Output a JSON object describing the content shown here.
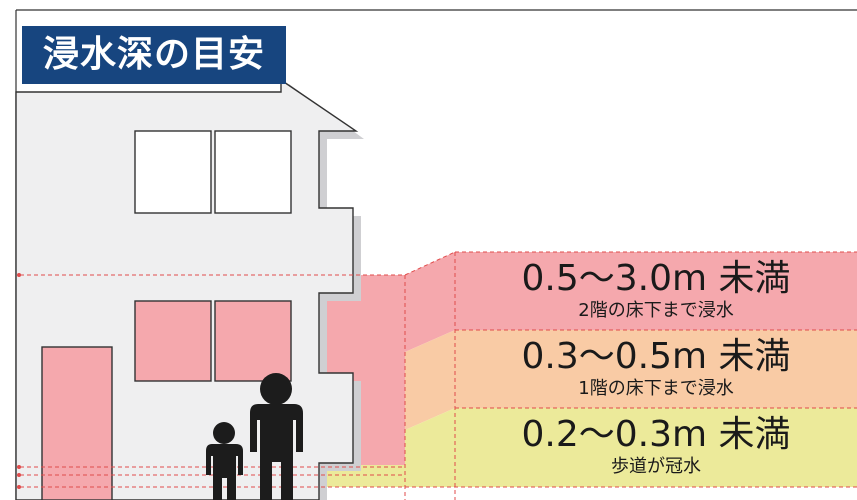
{
  "title": "浸水深の目安",
  "levels": [
    {
      "range": "0.5〜3.0m 未満",
      "description": "2階の床下まで浸水",
      "color": "#f5a8ad"
    },
    {
      "range": "0.3〜0.5m 未満",
      "description": "1階の床下まで浸水",
      "color": "#f9cba5"
    },
    {
      "range": "0.2〜0.3m 未満",
      "description": "歩道が冠水",
      "color": "#ecea9a"
    }
  ],
  "colors": {
    "title_bg": "#17457f",
    "house_fill": "#efeff0",
    "house_shadow": "#cfcfd2",
    "guide_line": "#e04b4b",
    "people": "#1c1c1c"
  }
}
